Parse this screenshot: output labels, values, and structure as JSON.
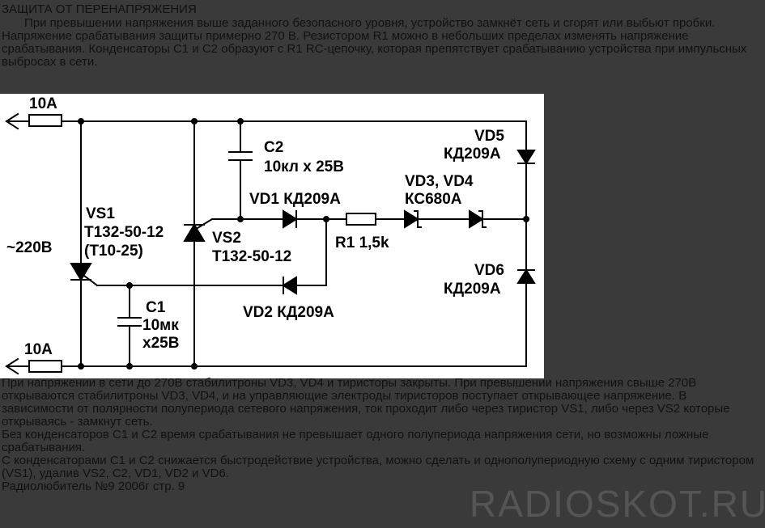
{
  "header": {
    "title": "ЗАЩИТА ОТ ПЕРЕНАПРЯЖЕНИЯ",
    "intro": "При превышении напряжения выше заданного безопасного уровня, устройство замкнёт сеть и сгорят или выбьют пробки. Напряжение срабатывания защиты примерно 270 В. Резистором R1 можно в небольших пределах изменять напряжение срабатывания. Конденсаторы C1 и C2 образуют с R1 RC-цепочку, которая препятствует срабатыванию устройства при импульсных выбросах в сети."
  },
  "schematic": {
    "fuse_top": "10A",
    "fuse_bottom": "10A",
    "mains": "~220B",
    "c2_name": "C2",
    "c2_value": "10кл x 25B",
    "vd5_name": "VD5",
    "vd5_type": "КД209А",
    "vd1_label": "VD1  КД209А",
    "vd34_name": "VD3, VD4",
    "vd34_type": "КС680А",
    "vs1_name": "VS1",
    "vs1_type": "Т132-50-12",
    "vs1_alt": "(Т10-25)",
    "vs2_name": "VS2",
    "vs2_type": "Т132-50-12",
    "r1_label": "R1  1,5k",
    "vd6_name": "VD6",
    "vd6_type": "КД209А",
    "c1_name": "C1",
    "c1_value": "10мк",
    "c1_voltage": "x25B",
    "vd2_label": "VD2  КД209А"
  },
  "body": {
    "p1": "При напряжении в сети до 270В стабилитроны VD3, VD4 и тиристоры закрыты. При превышении напряжения свыше 270В открываются стабилитроны VD3, VD4, и на управляющие электроды тиристоров поступает открывающее напряжение. В зависимости от полярности полупериода сетевого напряжения, ток проходит либо через тиристор VS1, либо через VS2 которые открываясь - замкнут сеть.",
    "p2": "Без конденсаторов C1 и C2 время срабатывания не превышает одного полупериода напряжения сети, но возможны ложные срабатывания.",
    "p3": "С конденсаторами C1 и C2 снижается быстродействие устройства, можно сделать и однополупериодную схему с одним тиристором (VS1), удалив VS2, C2, VD1, VD2 и VD6.",
    "source": "Радиолюбитель №9 2006г стр. 9"
  },
  "watermark": "RADIOSKOT.RU"
}
